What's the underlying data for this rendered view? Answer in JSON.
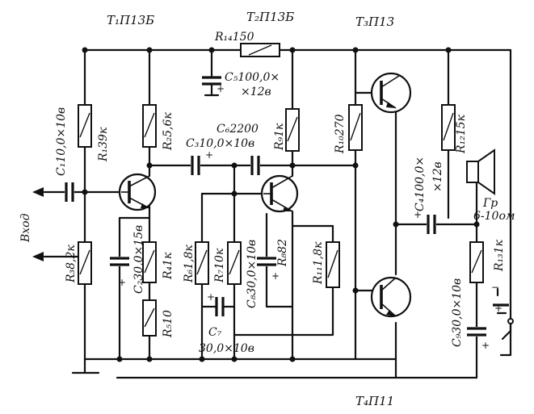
{
  "labels": {
    "t1": "T₁П13Б",
    "t2": "T₂П13Б",
    "t3": "T₃П13",
    "t4": "T₄П11",
    "r1": "R₁39к",
    "r2": "R₂5,6к",
    "r3": "R₃8,2к",
    "r4": "R₄1к",
    "r5": "R₅10",
    "r6": "R₆1,8к",
    "r7": "R₇10к",
    "r8": "R₈82",
    "r9": "R₉1к",
    "r10": "R₁₀270",
    "r11": "R₁₁1,8к",
    "r12": "R₁₂15к",
    "r13": "R₁₃1к",
    "r14": "R₁₄150",
    "c1": "C₁10,0×10в",
    "c2": "C₂30,0×15в",
    "c3": "C₃10,0×10в",
    "c4a": "C₄100,0×",
    "c4b": "×12в",
    "c5a": "C₅100,0×",
    "c5b": "×12в",
    "c6": "C₆2200",
    "c7a": "C₇",
    "c7b": "30,0×10в",
    "c8": "C₈30,0×10в",
    "c9": "C₉30,0×10в",
    "input": "Вход",
    "speaker": "Гр",
    "speaker_impedance": "6-10ом",
    "plus": "+",
    "minus": "−"
  }
}
